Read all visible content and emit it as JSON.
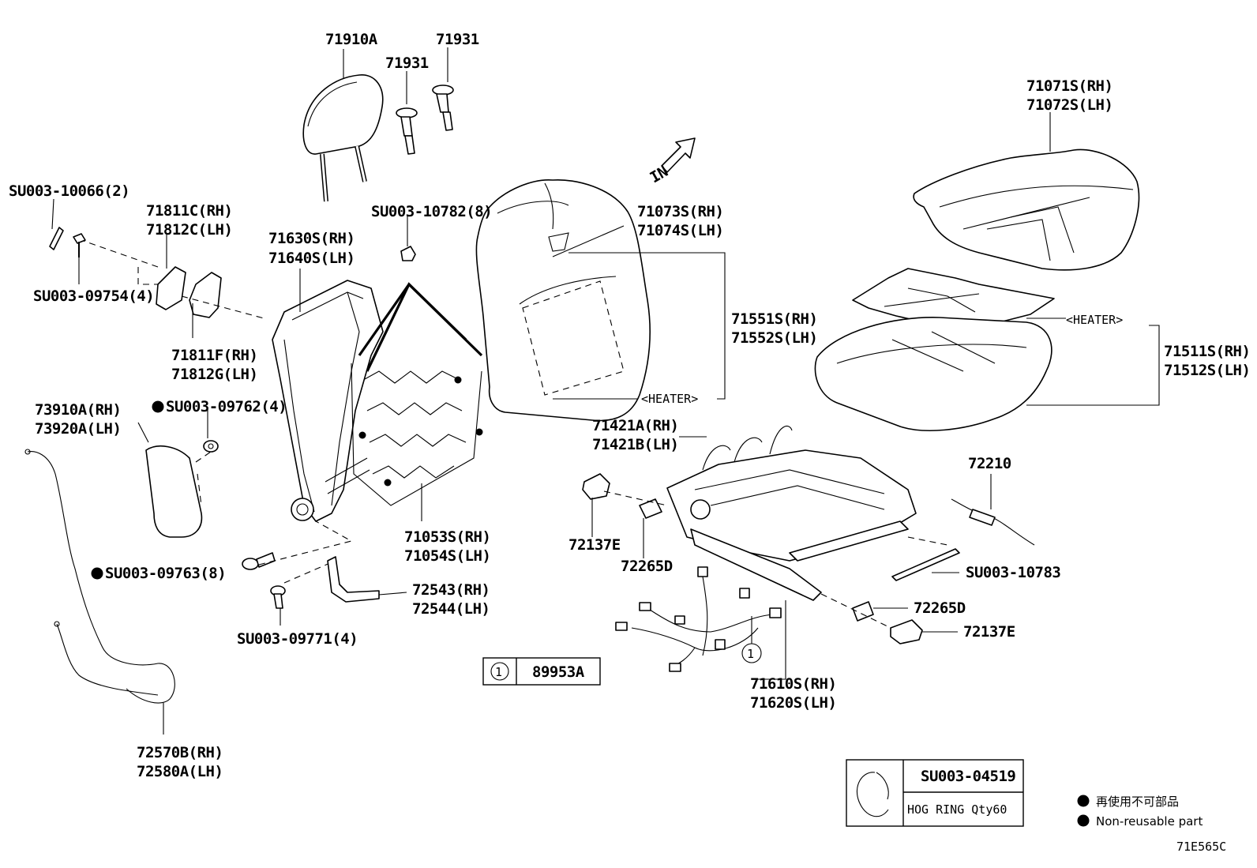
{
  "labels": {
    "headrest": "71910A",
    "guide_1": "71931",
    "guide_2": "71931",
    "clip_1": "SU003-10066(2)",
    "side_cover_upper": "71811C(RH)\n71812C(LH)",
    "screw_1": "SU003-09754(4)",
    "side_cover_lower": "71811F(RH)\n71812G(LH)",
    "back_frame": "71630S(RH)\n71640S(LH)",
    "back_clip": "SU003-10782(8)",
    "back_cover": "71073S(RH)\n71074S(LH)",
    "back_heater": "71551S(RH)\n71552S(LH)",
    "back_heater_note": "<HEATER>",
    "cushion_cover": "71071S(RH)\n71072S(LH)",
    "cushion_heater_note": "<HEATER>",
    "cushion_pad": "71511S(RH)\n71512S(LH)",
    "nut": "SU003-09762(4)",
    "airbag": "73910A(RH)\n73920A(LH)",
    "back_spring": "71053S(RH)\n71054S(LH)",
    "cushion_spring": "71421A(RH)\n71421B(LH)",
    "cable_1": "72210",
    "cover_1": "72137E",
    "clip_2": "72265D",
    "clip_3": "SU003-10783",
    "clip_4": "72265D",
    "cover_2": "72137E",
    "bolt_1": "SU003-09763(8)",
    "bolt_2": "SU003-09771(4)",
    "bracket": "72543(RH)\n72544(LH)",
    "cable_2": "72570B(RH)\n72580A(LH)",
    "adjuster": "71610S(RH)\n71620S(LH)",
    "arrow_in": "IN"
  },
  "harness_table": {
    "index": "1",
    "part": "89953A"
  },
  "hog_ring_table": {
    "part": "SU003-04519",
    "desc": "HOG RING Qty60"
  },
  "legend": {
    "jp": "再使用不可部品",
    "en": "Non-reusable part"
  },
  "diagram_id": "71E565C"
}
